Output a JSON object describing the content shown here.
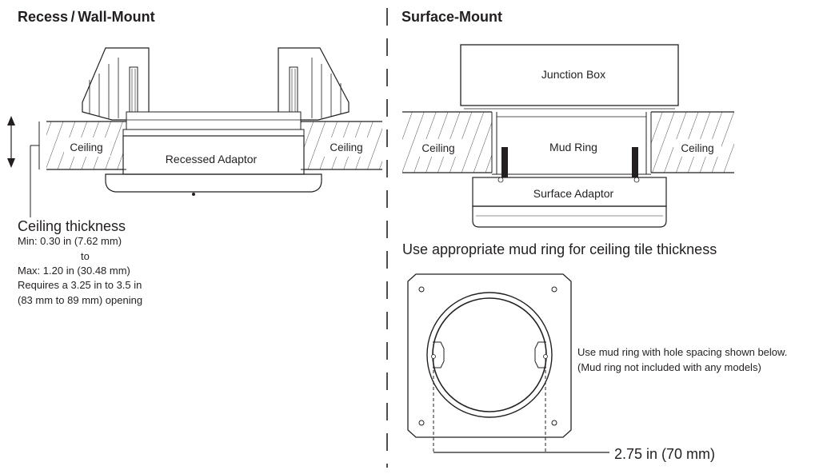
{
  "left_panel": {
    "title": "Recess / Wall-Mount",
    "ceiling_left": "Ceiling",
    "ceiling_right": "Ceiling",
    "adaptor_label": "Recessed Adaptor",
    "thickness": {
      "heading": "Ceiling thickness",
      "min": "Min: 0.30 in (7.62 mm)",
      "to": "to",
      "max": "Max: 1.20 in (30.48 mm)",
      "req1": "Requires a 3.25 in to 3.5 in",
      "req2": "(83 mm to 89 mm) opening"
    }
  },
  "right_panel": {
    "title": "Surface-Mount",
    "junction_box": "Junction Box",
    "mud_ring": "Mud Ring",
    "ceiling_left": "Ceiling",
    "ceiling_right": "Ceiling",
    "adaptor_label": "Surface Adaptor",
    "instruction": "Use appropriate mud ring for ceiling tile thickness",
    "note1": "Use mud ring with hole spacing shown below.",
    "note2": "(Mud ring not included with any models)",
    "dimension": "2.75 in (70 mm)"
  }
}
